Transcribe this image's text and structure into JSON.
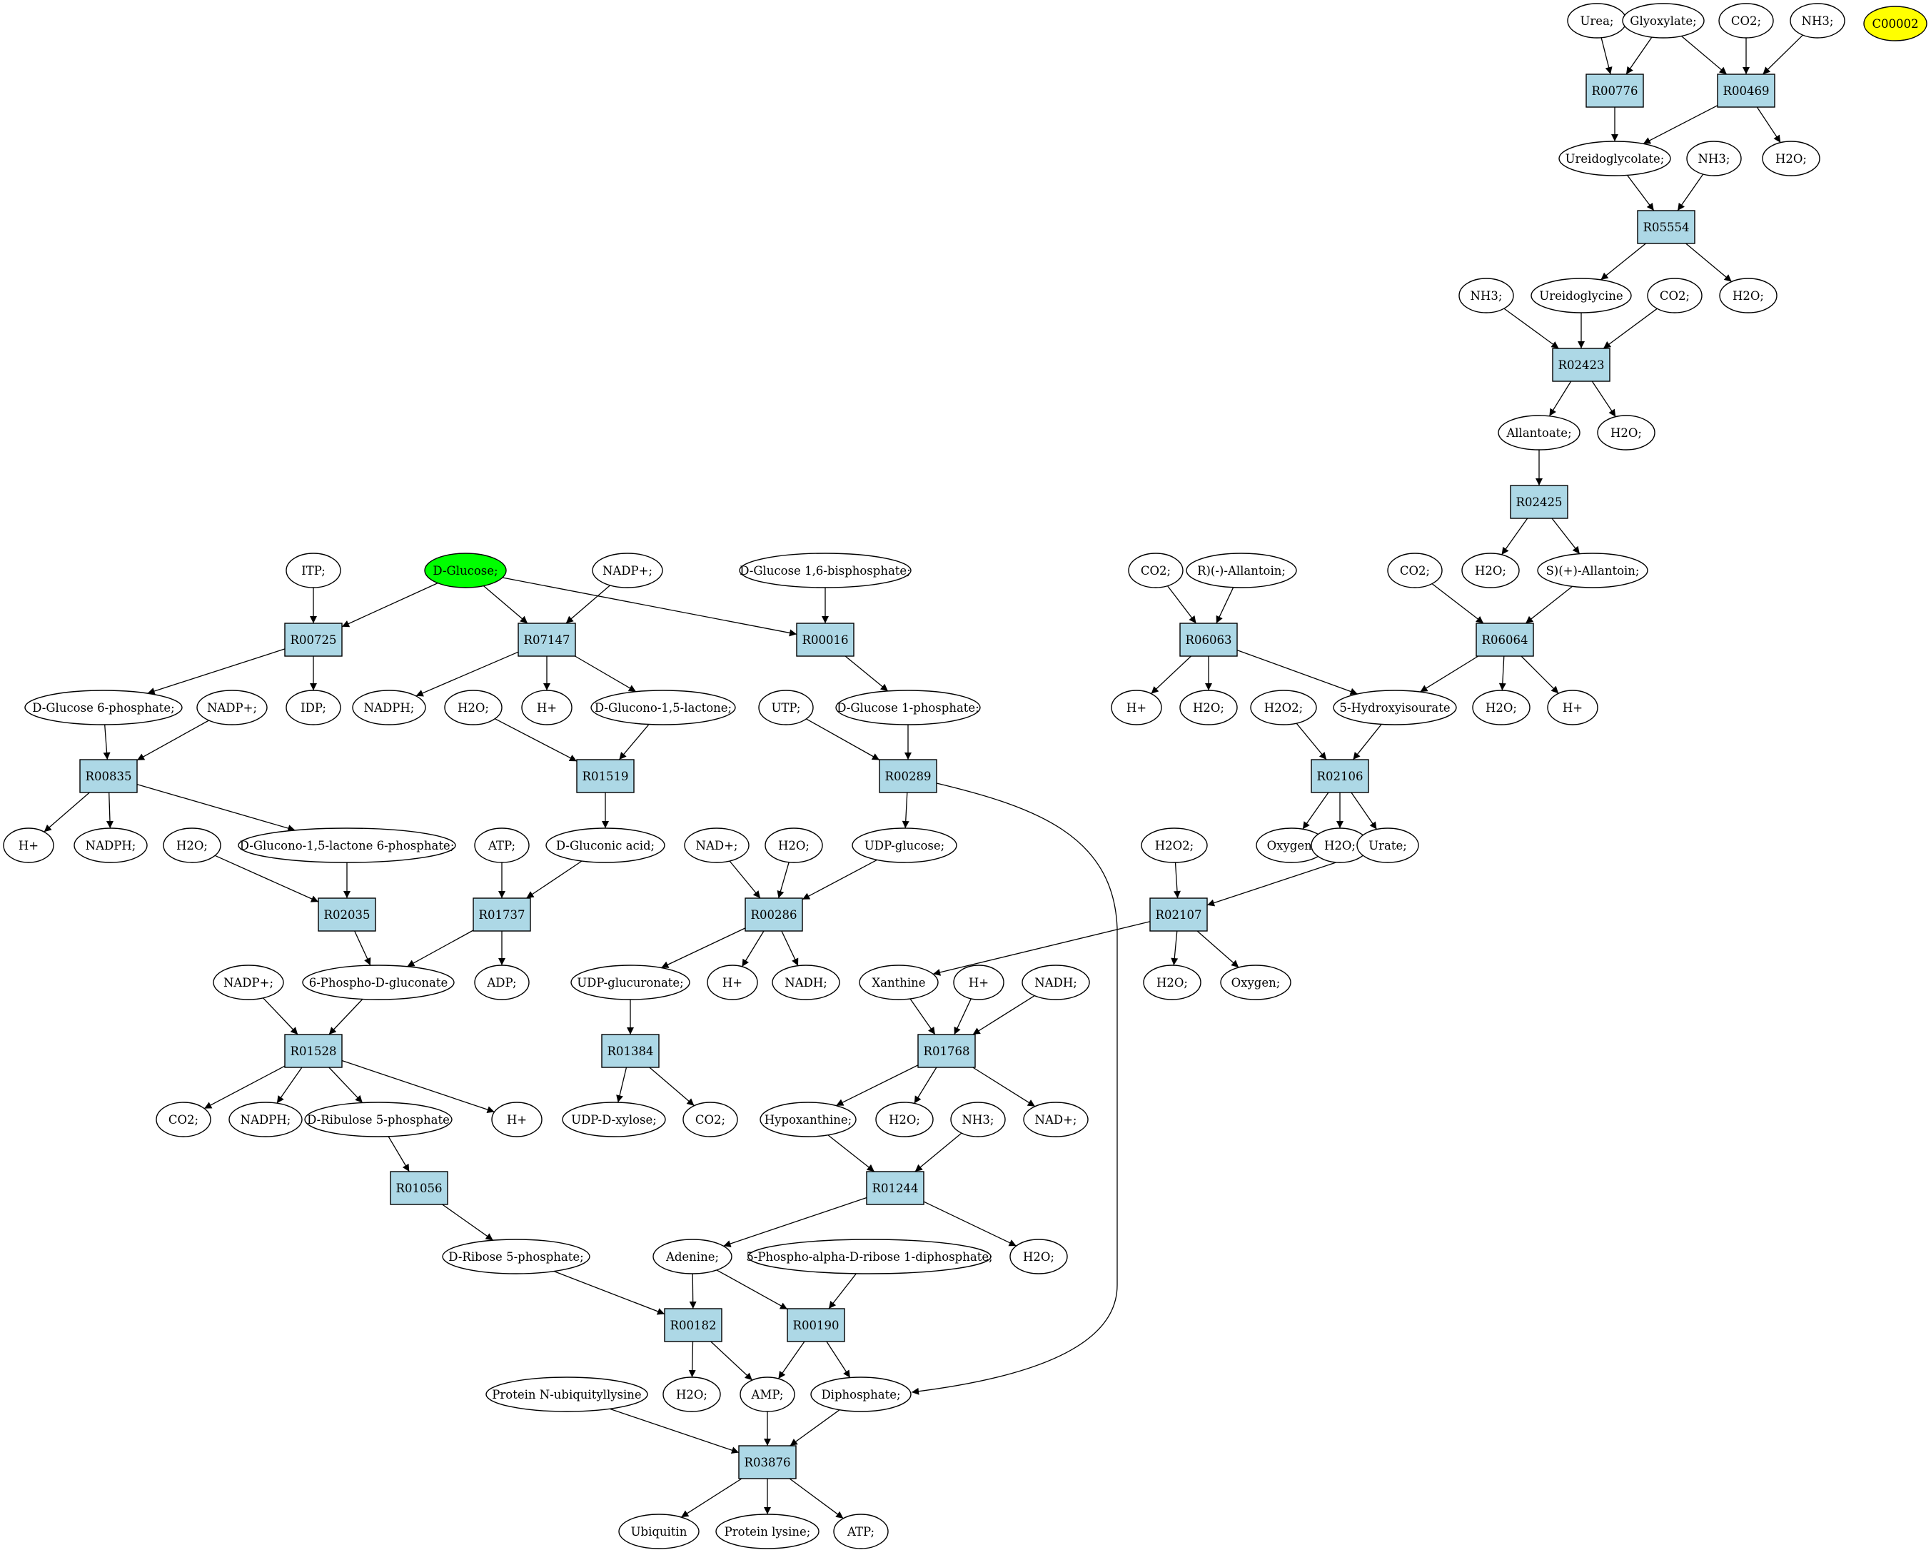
{
  "colors": {
    "reaction_fill": "#add8e6",
    "compound_fill": "#ffffff",
    "start_compound_fill": "#00ff00",
    "extra_compound_fill": "#ffff00",
    "stroke": "#000000"
  },
  "reactions": [
    {
      "id": "R00776",
      "label": "R00776"
    },
    {
      "id": "R00469",
      "label": "R00469"
    },
    {
      "id": "R05554",
      "label": "R05554"
    },
    {
      "id": "R02423",
      "label": "R02423"
    },
    {
      "id": "R02425",
      "label": "R02425"
    },
    {
      "id": "R06063",
      "label": "R06063"
    },
    {
      "id": "R06064",
      "label": "R06064"
    },
    {
      "id": "R02106",
      "label": "R02106"
    },
    {
      "id": "R02107",
      "label": "R02107"
    },
    {
      "id": "R00725",
      "label": "R00725"
    },
    {
      "id": "R07147",
      "label": "R07147"
    },
    {
      "id": "R00016",
      "label": "R00016"
    },
    {
      "id": "R00835",
      "label": "R00835"
    },
    {
      "id": "R01519",
      "label": "R01519"
    },
    {
      "id": "R00289",
      "label": "R00289"
    },
    {
      "id": "R02035",
      "label": "R02035"
    },
    {
      "id": "R01737",
      "label": "R01737"
    },
    {
      "id": "R00286",
      "label": "R00286"
    },
    {
      "id": "R01528",
      "label": "R01528"
    },
    {
      "id": "R01384",
      "label": "R01384"
    },
    {
      "id": "R01768",
      "label": "R01768"
    },
    {
      "id": "R01056",
      "label": "R01056"
    },
    {
      "id": "R01244",
      "label": "R01244"
    },
    {
      "id": "R00182",
      "label": "R00182"
    },
    {
      "id": "R00190",
      "label": "R00190"
    },
    {
      "id": "R03876",
      "label": "R03876"
    }
  ],
  "compounds": [
    {
      "id": "c_urea",
      "label": "Urea;"
    },
    {
      "id": "c_glyoxylate",
      "label": "Glyoxylate;"
    },
    {
      "id": "c_co2_top",
      "label": "CO2;"
    },
    {
      "id": "c_nh3_top",
      "label": "NH3;"
    },
    {
      "id": "c_c00002",
      "label": "C00002",
      "fill": "extra"
    },
    {
      "id": "c_ureidoglycolate",
      "label": "Ureidoglycolate;"
    },
    {
      "id": "c_nh3_r05554",
      "label": "NH3;"
    },
    {
      "id": "c_h2o_r00469",
      "label": "H2O;"
    },
    {
      "id": "c_nh3_r02423",
      "label": "NH3;"
    },
    {
      "id": "c_ureidoglycine",
      "label": "Ureidoglycine"
    },
    {
      "id": "c_co2_r02423",
      "label": "CO2;"
    },
    {
      "id": "c_h2o_r05554",
      "label": "H2O;"
    },
    {
      "id": "c_allantoate",
      "label": "Allantoate;"
    },
    {
      "id": "c_h2o_r02423",
      "label": "H2O;"
    },
    {
      "id": "c_itp",
      "label": "ITP;"
    },
    {
      "id": "c_dglucose",
      "label": "D-Glucose;",
      "fill": "start"
    },
    {
      "id": "c_nadp_r07147",
      "label": "NADP+;"
    },
    {
      "id": "c_dglucose16bp",
      "label": "D-Glucose 1,6-bisphosphate;"
    },
    {
      "id": "c_co2_r06063",
      "label": "CO2;"
    },
    {
      "id": "c_rallantoin",
      "label": "R)(-)-Allantoin;"
    },
    {
      "id": "c_co2_r06064",
      "label": "CO2;"
    },
    {
      "id": "c_h2o_r02425",
      "label": "H2O;"
    },
    {
      "id": "c_sallantoin",
      "label": "S)(+)-Allantoin;"
    },
    {
      "id": "c_g6p",
      "label": "D-Glucose 6-phosphate;"
    },
    {
      "id": "c_nadp_r00835",
      "label": "NADP+;"
    },
    {
      "id": "c_idp",
      "label": "IDP;"
    },
    {
      "id": "c_nadph_r07147",
      "label": "NADPH;"
    },
    {
      "id": "c_h2o_r01519",
      "label": "H2O;"
    },
    {
      "id": "c_hplus_r07147",
      "label": "H+"
    },
    {
      "id": "c_glucono_lactone",
      "label": "D-Glucono-1,5-lactone;"
    },
    {
      "id": "c_utp",
      "label": "UTP;"
    },
    {
      "id": "c_g1p",
      "label": "D-Glucose 1-phosphate;"
    },
    {
      "id": "c_hplus_r06063",
      "label": "H+"
    },
    {
      "id": "c_h2o_r06063",
      "label": "H2O;"
    },
    {
      "id": "c_h2o2_r02106",
      "label": "H2O2;"
    },
    {
      "id": "c_hydroxyisourate",
      "label": "5-Hydroxyisourate"
    },
    {
      "id": "c_h2o_r06064",
      "label": "H2O;"
    },
    {
      "id": "c_hplus_r06064",
      "label": "H+"
    },
    {
      "id": "c_hplus_r00835",
      "label": "H+"
    },
    {
      "id": "c_nadph_r00835",
      "label": "NADPH;"
    },
    {
      "id": "c_h2o_r02035",
      "label": "H2O;"
    },
    {
      "id": "c_glucono_lactone6p",
      "label": "D-Glucono-1,5-lactone 6-phosphate;"
    },
    {
      "id": "c_atp_r01737",
      "label": "ATP;"
    },
    {
      "id": "c_gluconic_acid",
      "label": "D-Gluconic acid;"
    },
    {
      "id": "c_nad_r00286",
      "label": "NAD+;"
    },
    {
      "id": "c_h2o_r00286",
      "label": "H2O;"
    },
    {
      "id": "c_udp_glucose",
      "label": "UDP-glucose;"
    },
    {
      "id": "c_h2o2_r02107",
      "label": "H2O2;"
    },
    {
      "id": "c_oxygen_r02106",
      "label": "Oxygen;"
    },
    {
      "id": "c_h2o_r02106",
      "label": "H2O;"
    },
    {
      "id": "c_urate",
      "label": "Urate;"
    },
    {
      "id": "c_nadp_r01528",
      "label": "NADP+;"
    },
    {
      "id": "c_6pg",
      "label": "6-Phospho-D-gluconate"
    },
    {
      "id": "c_adp",
      "label": "ADP;"
    },
    {
      "id": "c_udp_glucuronate",
      "label": "UDP-glucuronate;"
    },
    {
      "id": "c_hplus_r00286",
      "label": "H+"
    },
    {
      "id": "c_nadh_r00286",
      "label": "NADH;"
    },
    {
      "id": "c_xanthine",
      "label": "Xanthine"
    },
    {
      "id": "c_hplus_r01768",
      "label": "H+"
    },
    {
      "id": "c_nadh_r01768",
      "label": "NADH;"
    },
    {
      "id": "c_h2o_r02107",
      "label": "H2O;"
    },
    {
      "id": "c_oxygen_r02107",
      "label": "Oxygen;"
    },
    {
      "id": "c_co2_r01528",
      "label": "CO2;"
    },
    {
      "id": "c_nadph_r01528",
      "label": "NADPH;"
    },
    {
      "id": "c_ribulose5p",
      "label": "D-Ribulose 5-phosphate"
    },
    {
      "id": "c_hplus_r01528",
      "label": "H+"
    },
    {
      "id": "c_udp_xylose",
      "label": "UDP-D-xylose;"
    },
    {
      "id": "c_co2_r01384",
      "label": "CO2;"
    },
    {
      "id": "c_hypoxanthine",
      "label": "Hypoxanthine;"
    },
    {
      "id": "c_h2o_r01768",
      "label": "H2O;"
    },
    {
      "id": "c_nh3_r01244",
      "label": "NH3;"
    },
    {
      "id": "c_nad_r01768",
      "label": "NAD+;"
    },
    {
      "id": "c_ribose5p",
      "label": "D-Ribose 5-phosphate;"
    },
    {
      "id": "c_adenine",
      "label": "Adenine;"
    },
    {
      "id": "c_prpp",
      "label": "5-Phospho-alpha-D-ribose 1-diphosphate;"
    },
    {
      "id": "c_h2o_r01244",
      "label": "H2O;"
    },
    {
      "id": "c_protein_ubl",
      "label": "Protein N-ubiquityllysine"
    },
    {
      "id": "c_h2o_r00182",
      "label": "H2O;"
    },
    {
      "id": "c_amp",
      "label": "AMP;"
    },
    {
      "id": "c_diphosphate",
      "label": "Diphosphate;"
    },
    {
      "id": "c_ubiquitin",
      "label": "Ubiquitin"
    },
    {
      "id": "c_protein_lysine",
      "label": "Protein lysine;"
    },
    {
      "id": "c_atp_r03876",
      "label": "ATP;"
    }
  ],
  "edges": [
    [
      "c_urea",
      "R00776"
    ],
    [
      "c_glyoxylate",
      "R00776"
    ],
    [
      "c_glyoxylate",
      "R00469"
    ],
    [
      "c_co2_top",
      "R00469"
    ],
    [
      "c_nh3_top",
      "R00469"
    ],
    [
      "R00776",
      "c_ureidoglycolate"
    ],
    [
      "R00469",
      "c_ureidoglycolate"
    ],
    [
      "R00469",
      "c_h2o_r00469"
    ],
    [
      "c_ureidoglycolate",
      "R05554"
    ],
    [
      "c_nh3_r05554",
      "R05554"
    ],
    [
      "R05554",
      "c_ureidoglycine"
    ],
    [
      "R05554",
      "c_h2o_r05554"
    ],
    [
      "c_nh3_r02423",
      "R02423"
    ],
    [
      "c_ureidoglycine",
      "R02423"
    ],
    [
      "c_co2_r02423",
      "R02423"
    ],
    [
      "R02423",
      "c_allantoate"
    ],
    [
      "R02423",
      "c_h2o_r02423"
    ],
    [
      "c_allantoate",
      "R02425"
    ],
    [
      "R02425",
      "c_h2o_r02425"
    ],
    [
      "R02425",
      "c_sallantoin"
    ],
    [
      "c_co2_r06063",
      "R06063"
    ],
    [
      "c_rallantoin",
      "R06063"
    ],
    [
      "R06063",
      "c_hplus_r06063"
    ],
    [
      "R06063",
      "c_h2o_r06063"
    ],
    [
      "R06063",
      "c_hydroxyisourate"
    ],
    [
      "c_co2_r06064",
      "R06064"
    ],
    [
      "c_sallantoin",
      "R06064"
    ],
    [
      "R06064",
      "c_hydroxyisourate"
    ],
    [
      "R06064",
      "c_h2o_r06064"
    ],
    [
      "R06064",
      "c_hplus_r06064"
    ],
    [
      "c_h2o2_r02106",
      "R02106"
    ],
    [
      "c_hydroxyisourate",
      "R02106"
    ],
    [
      "R02106",
      "c_oxygen_r02106"
    ],
    [
      "R02106",
      "c_h2o_r02106"
    ],
    [
      "R02106",
      "c_urate"
    ],
    [
      "c_h2o2_r02107",
      "R02107"
    ],
    [
      "c_urate",
      "R02107"
    ],
    [
      "R02107",
      "c_xanthine"
    ],
    [
      "R02107",
      "c_h2o_r02107"
    ],
    [
      "R02107",
      "c_oxygen_r02107"
    ],
    [
      "c_itp",
      "R00725"
    ],
    [
      "c_dglucose",
      "R00725"
    ],
    [
      "c_dglucose",
      "R07147"
    ],
    [
      "c_nadp_r07147",
      "R07147"
    ],
    [
      "c_dglucose",
      "R00016"
    ],
    [
      "c_dglucose16bp",
      "R00016"
    ],
    [
      "R00725",
      "c_g6p"
    ],
    [
      "R00725",
      "c_idp"
    ],
    [
      "R07147",
      "c_nadph_r07147"
    ],
    [
      "R07147",
      "c_hplus_r07147"
    ],
    [
      "R07147",
      "c_glucono_lactone"
    ],
    [
      "R00016",
      "c_g1p"
    ],
    [
      "c_g6p",
      "R00835"
    ],
    [
      "c_nadp_r00835",
      "R00835"
    ],
    [
      "c_h2o_r01519",
      "R01519"
    ],
    [
      "c_glucono_lactone",
      "R01519"
    ],
    [
      "c_utp",
      "R00289"
    ],
    [
      "c_g1p",
      "R00289"
    ],
    [
      "R00835",
      "c_hplus_r00835"
    ],
    [
      "R00835",
      "c_nadph_r00835"
    ],
    [
      "R00835",
      "c_glucono_lactone6p"
    ],
    [
      "R01519",
      "c_gluconic_acid"
    ],
    [
      "R00289",
      "c_udp_glucose"
    ],
    [
      "c_h2o_r02035",
      "R02035"
    ],
    [
      "c_glucono_lactone6p",
      "R02035"
    ],
    [
      "c_atp_r01737",
      "R01737"
    ],
    [
      "c_gluconic_acid",
      "R01737"
    ],
    [
      "c_nad_r00286",
      "R00286"
    ],
    [
      "c_h2o_r00286",
      "R00286"
    ],
    [
      "c_udp_glucose",
      "R00286"
    ],
    [
      "R02035",
      "c_6pg"
    ],
    [
      "R01737",
      "c_6pg"
    ],
    [
      "R01737",
      "c_adp"
    ],
    [
      "R00286",
      "c_udp_glucuronate"
    ],
    [
      "R00286",
      "c_hplus_r00286"
    ],
    [
      "R00286",
      "c_nadh_r00286"
    ],
    [
      "c_nadp_r01528",
      "R01528"
    ],
    [
      "c_6pg",
      "R01528"
    ],
    [
      "c_udp_glucuronate",
      "R01384"
    ],
    [
      "c_xanthine",
      "R01768"
    ],
    [
      "c_hplus_r01768",
      "R01768"
    ],
    [
      "c_nadh_r01768",
      "R01768"
    ],
    [
      "R01528",
      "c_co2_r01528"
    ],
    [
      "R01528",
      "c_nadph_r01528"
    ],
    [
      "R01528",
      "c_ribulose5p"
    ],
    [
      "R01528",
      "c_hplus_r01528"
    ],
    [
      "R01384",
      "c_udp_xylose"
    ],
    [
      "R01384",
      "c_co2_r01384"
    ],
    [
      "R01768",
      "c_hypoxanthine"
    ],
    [
      "R01768",
      "c_h2o_r01768"
    ],
    [
      "R01768",
      "c_nad_r01768"
    ],
    [
      "c_ribulose5p",
      "R01056"
    ],
    [
      "c_hypoxanthine",
      "R01244"
    ],
    [
      "c_nh3_r01244",
      "R01244"
    ],
    [
      "R01056",
      "c_ribose5p"
    ],
    [
      "R01244",
      "c_adenine"
    ],
    [
      "R01244",
      "c_h2o_r01244"
    ],
    [
      "c_ribose5p",
      "R00182"
    ],
    [
      "c_adenine",
      "R00182"
    ],
    [
      "c_adenine",
      "R00190"
    ],
    [
      "c_prpp",
      "R00190"
    ],
    [
      "R00182",
      "c_h2o_r00182"
    ],
    [
      "R00182",
      "c_amp"
    ],
    [
      "R00190",
      "c_amp"
    ],
    [
      "R00190",
      "c_diphosphate"
    ],
    [
      "R00289",
      "c_diphosphate"
    ],
    [
      "c_protein_ubl",
      "R03876"
    ],
    [
      "c_amp",
      "R03876"
    ],
    [
      "c_diphosphate",
      "R03876"
    ],
    [
      "R03876",
      "c_ubiquitin"
    ],
    [
      "R03876",
      "c_protein_lysine"
    ],
    [
      "R03876",
      "c_atp_r03876"
    ]
  ]
}
